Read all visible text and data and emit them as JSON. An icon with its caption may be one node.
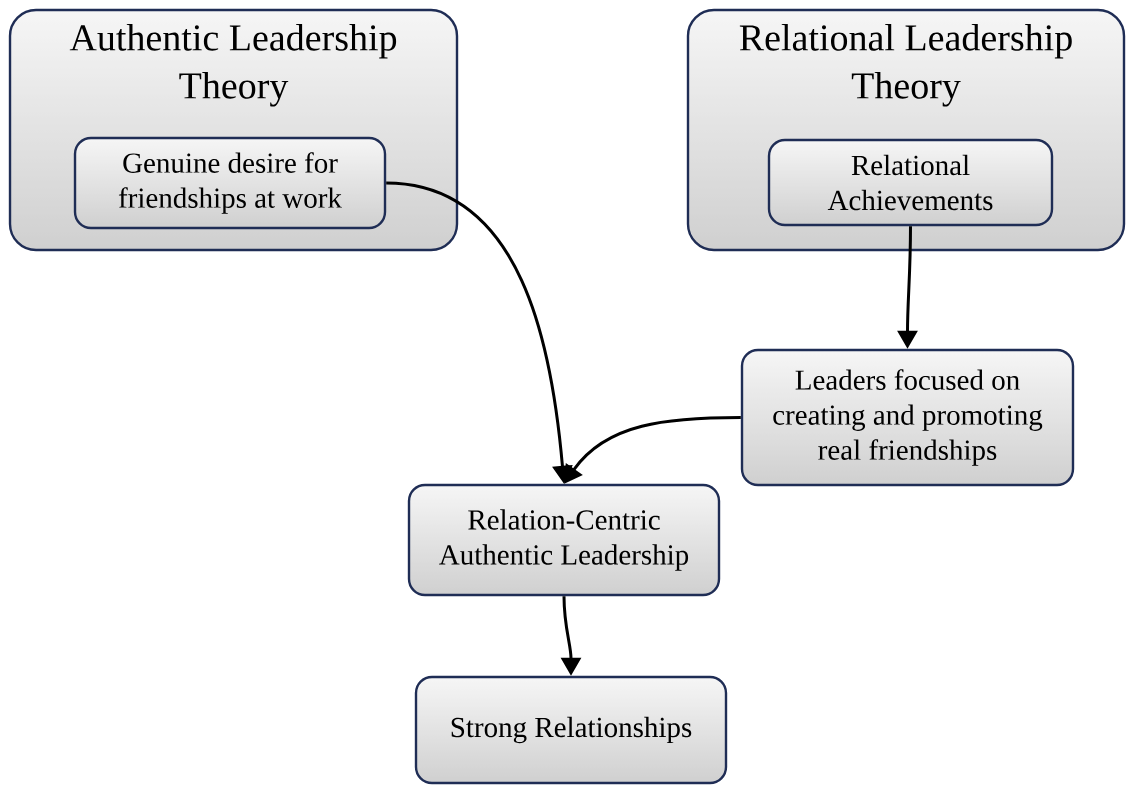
{
  "diagram": {
    "nodes": [
      {
        "text": [
          "Authentic Leadership Theory"
        ]
      },
      {
        "text": [
          "Genuine desire for friendships at work"
        ],
        "in": 0
      },
      {
        "text": [
          "Relational Leadership Theory"
        ]
      },
      {
        "text": [
          "Relational Achievements"
        ],
        "in": 2
      },
      {
        "text": [
          "Leaders focused on creating and promoting real friendships"
        ]
      },
      {
        "text": [
          "Relation-Centric Authentic Leadership"
        ]
      },
      {
        "text": [
          "Strong Relationships"
        ]
      }
    ],
    "edges": [
      {
        "from": 1,
        "to": 5,
        "arrow": "to"
      },
      {
        "from": 3,
        "to": 4,
        "arrow": "to"
      },
      {
        "from": 4,
        "to": 5,
        "arrow": "to"
      },
      {
        "from": 5,
        "to": 6,
        "arrow": "to"
      }
    ]
  }
}
